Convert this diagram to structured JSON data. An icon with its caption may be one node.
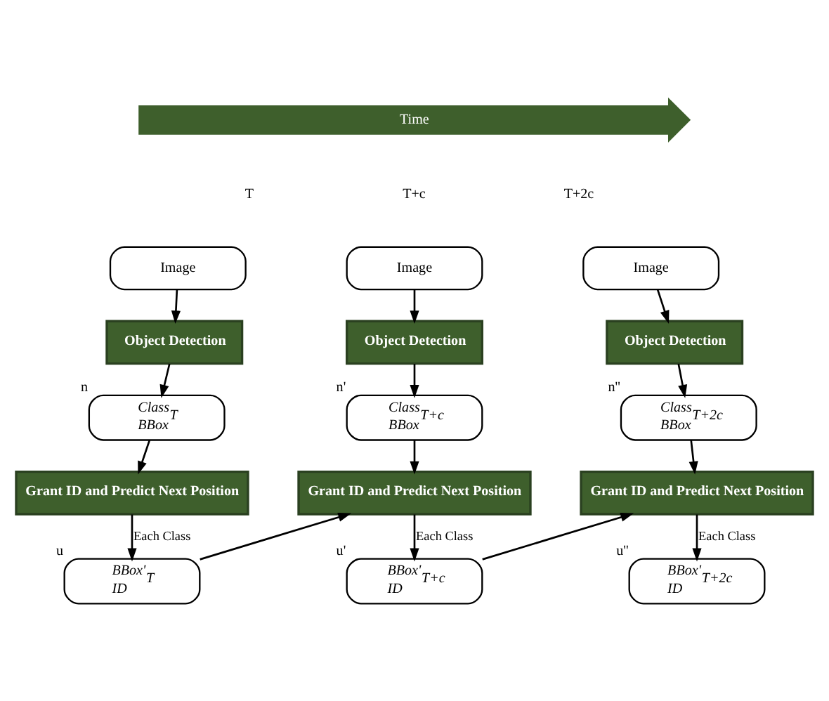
{
  "diagram": {
    "nodes": [
      {
        "text": [
          "Time"
        ]
      },
      {
        "text": [
          "Image"
        ]
      },
      {
        "text": [
          "Object Detection"
        ]
      },
      {
        "text": [
          "Class$_{T}$",
          "BBox"
        ],
        "beside": [
          "n"
        ]
      },
      {
        "text": [
          "Grant ID and Predict Next Position"
        ]
      },
      {
        "text": [
          "BBox'$_{T}$",
          "ID"
        ],
        "beside": [
          "u"
        ]
      },
      {
        "text": [
          "Image"
        ]
      },
      {
        "text": [
          "Object Detection"
        ]
      },
      {
        "text": [
          "Class$_{T+c}$",
          "BBox"
        ],
        "beside": [
          "n'"
        ]
      },
      {
        "text": [
          "Grant ID and Predict Next Position"
        ]
      },
      {
        "text": [
          "BBox'$_{T+c}$",
          "ID"
        ],
        "beside": [
          "u'"
        ]
      },
      {
        "text": [
          "Image"
        ]
      },
      {
        "text": [
          "Object Detection"
        ]
      },
      {
        "text": [
          "Class$_{T+2c}$",
          "BBox"
        ],
        "beside": [
          "n''"
        ]
      },
      {
        "text": [
          "Grant ID and Predict Next Position"
        ]
      },
      {
        "text": [
          "BBox'$_{T+2c}$",
          "ID"
        ],
        "beside": [
          "u''"
        ]
      }
    ],
    "edges": [
      {
        "from": 1,
        "to": 2,
        "arrow": "to"
      },
      {
        "from": 2,
        "to": 3,
        "arrow": "to"
      },
      {
        "from": 3,
        "to": 4,
        "arrow": "to"
      },
      {
        "from": 4,
        "to": 5,
        "arrow": "to",
        "label": "Each Class"
      },
      {
        "from": 6,
        "to": 7,
        "arrow": "to"
      },
      {
        "from": 7,
        "to": 8,
        "arrow": "to"
      },
      {
        "from": 8,
        "to": 9,
        "arrow": "to"
      },
      {
        "from": 9,
        "to": 10,
        "arrow": "to",
        "label": "Each Class"
      },
      {
        "from": 11,
        "to": 12,
        "arrow": "to"
      },
      {
        "from": 12,
        "to": 13,
        "arrow": "to"
      },
      {
        "from": 13,
        "to": 14,
        "arrow": "to"
      },
      {
        "from": 14,
        "to": 15,
        "arrow": "to",
        "label": "Each Class"
      },
      {
        "from": 5,
        "to": 9,
        "arrow": "to"
      },
      {
        "from": 10,
        "to": 14,
        "arrow": "to"
      }
    ],
    "labels": [
      "T",
      "T+c",
      "T+2c"
    ]
  }
}
